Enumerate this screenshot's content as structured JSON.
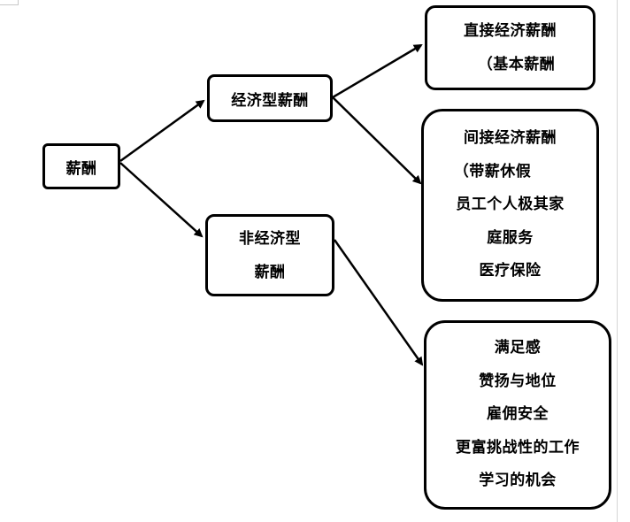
{
  "diagram": {
    "root": {
      "lines": [
        "薪酬"
      ]
    },
    "economic": {
      "lines": [
        "经济型薪酬"
      ]
    },
    "non_economic": {
      "lines": [
        "非经济型",
        "薪酬"
      ]
    },
    "direct": {
      "lines": [
        "直接经济薪酬",
        "（基本薪酬"
      ]
    },
    "indirect": {
      "lines": [
        "间接经济薪酬",
        "（带薪休假",
        "员工个人极其家",
        "庭服务",
        "医疗保险"
      ]
    },
    "non_economic_items": {
      "lines": [
        "满足感",
        "赞扬与地位",
        "雇佣安全",
        "更富挑战性的工作",
        "学习的机会"
      ]
    },
    "edges": [
      {
        "from": "root",
        "to": "economic"
      },
      {
        "from": "root",
        "to": "non_economic"
      },
      {
        "from": "economic",
        "to": "direct"
      },
      {
        "from": "economic",
        "to": "indirect"
      },
      {
        "from": "non_economic",
        "to": "non_economic_items"
      }
    ],
    "colors": {
      "stroke": "#000000",
      "fill": "#ffffff"
    }
  }
}
